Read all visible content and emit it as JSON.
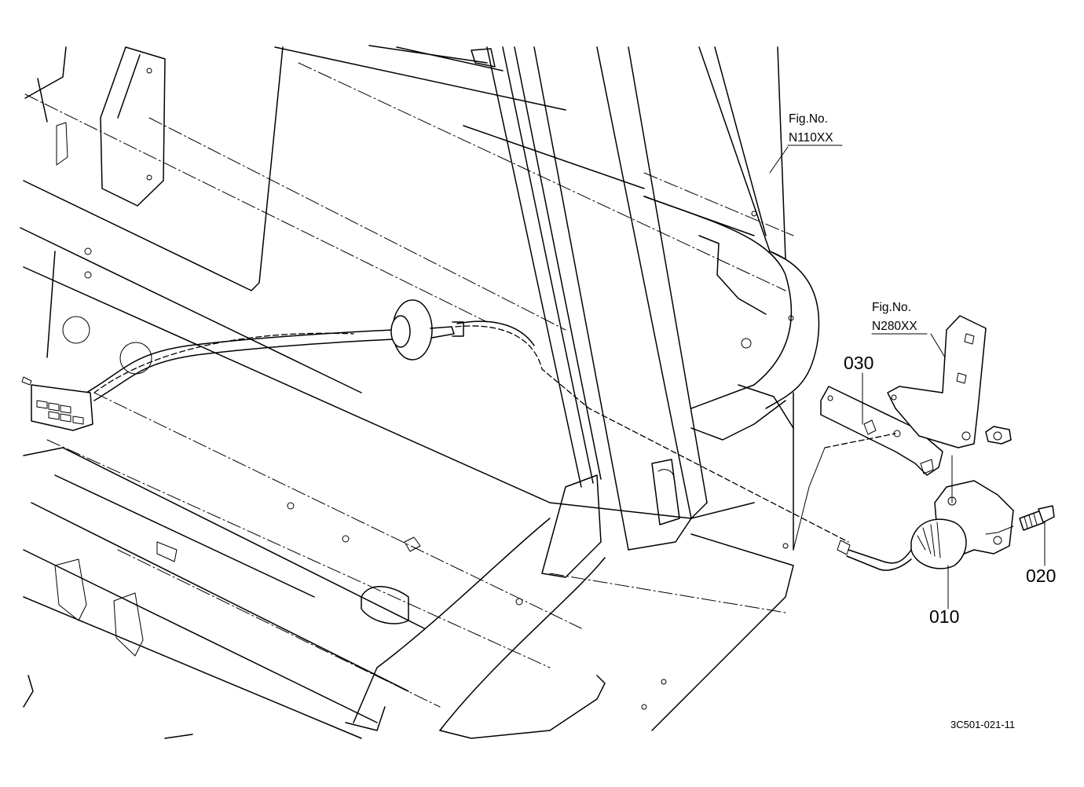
{
  "figure_refs": [
    {
      "line1": "Fig.No.",
      "line2": "N110XX"
    },
    {
      "line1": "Fig.No.",
      "line2": "N280XX"
    }
  ],
  "part_labels": {
    "p030": "030",
    "p020": "020",
    "p010": "010"
  },
  "drawing_code": "3C501-021-11"
}
